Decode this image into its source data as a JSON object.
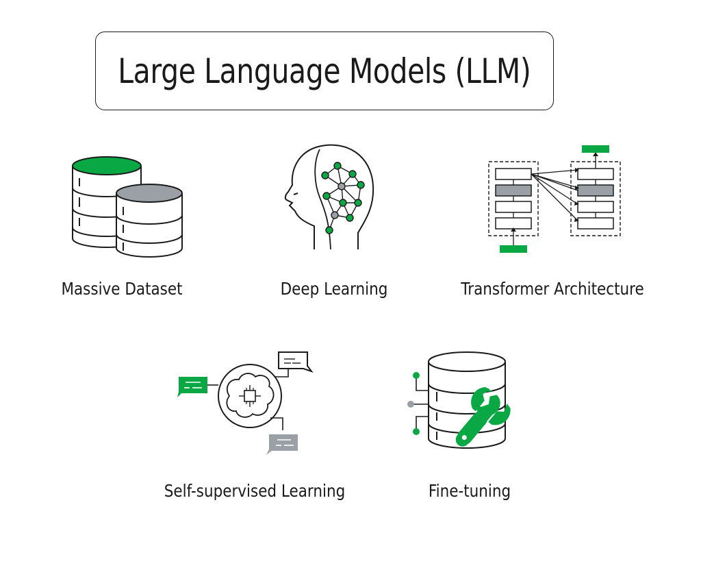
{
  "title": "Large Language Models (LLM)",
  "colors": {
    "accent": "#0aa844",
    "gray": "#9aa0a6",
    "stroke": "#1a1a1a"
  },
  "components": [
    {
      "label": "Massive Dataset",
      "icon": "database-stack-icon"
    },
    {
      "label": "Deep Learning",
      "icon": "neural-head-icon"
    },
    {
      "label": "Transformer Architecture",
      "icon": "transformer-diagram-icon"
    },
    {
      "label": "Self-supervised Learning",
      "icon": "brain-chat-icon"
    },
    {
      "label": "Fine-tuning",
      "icon": "database-wrench-icon"
    }
  ]
}
